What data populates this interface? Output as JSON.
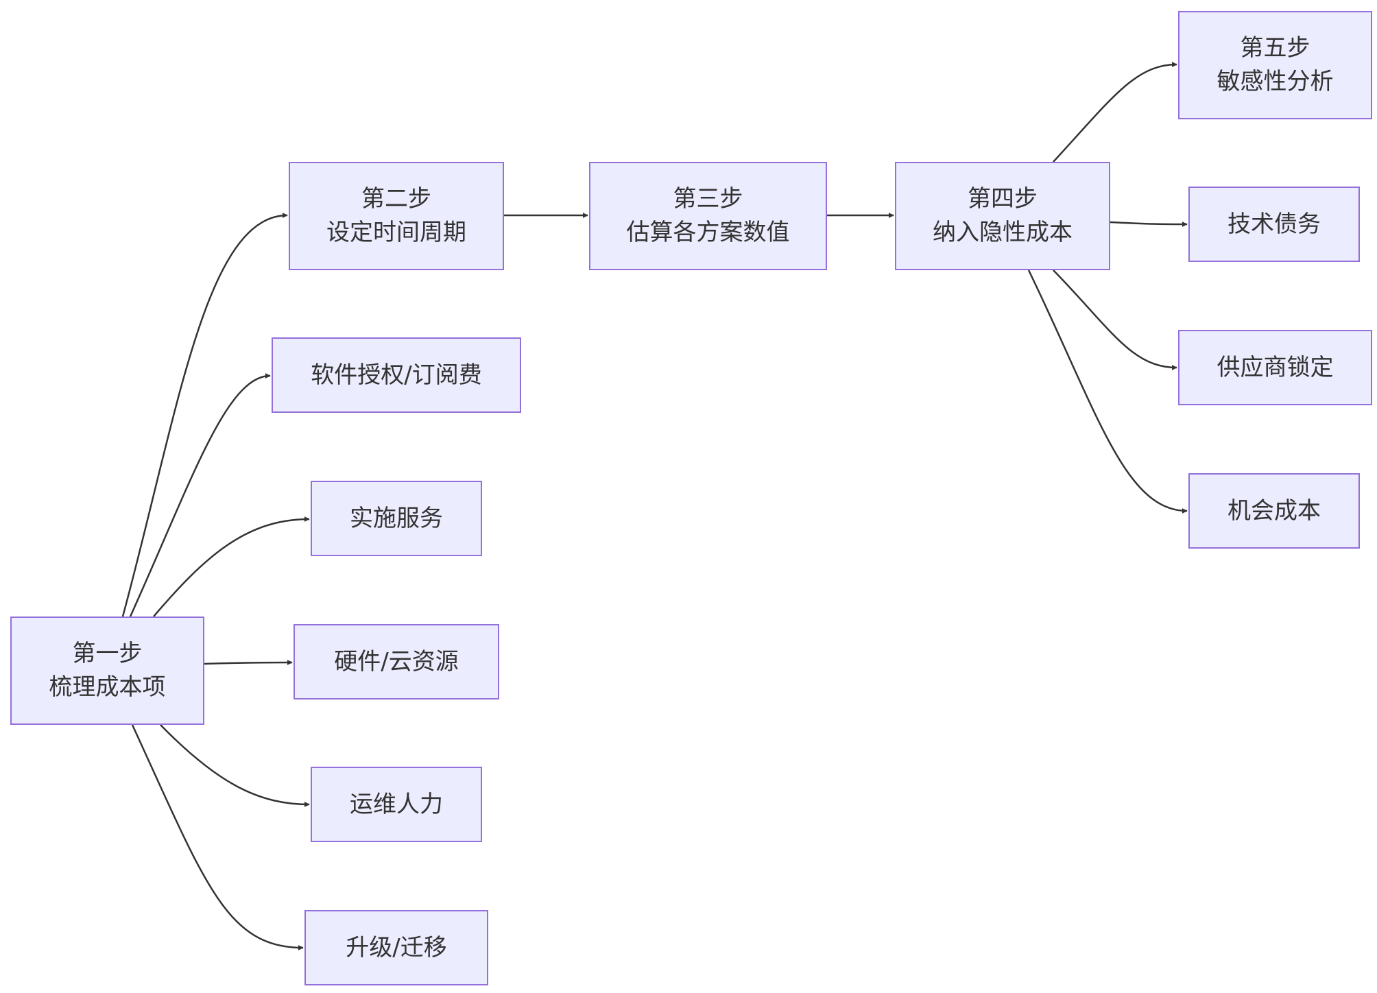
{
  "colors": {
    "node_fill": "#ECECFF",
    "node_border": "#9370DB",
    "text": "#333333",
    "edge": "#333333"
  },
  "nodes": {
    "step1": {
      "line1": "第一步",
      "line2": "梳理成本项"
    },
    "step2": {
      "line1": "第二步",
      "line2": "设定时间周期"
    },
    "step3": {
      "line1": "第三步",
      "line2": "估算各方案数值"
    },
    "step4": {
      "line1": "第四步",
      "line2": "纳入隐性成本"
    },
    "step5": {
      "line1": "第五步",
      "line2": "敏感性分析"
    },
    "software_license": {
      "label": "软件授权/订阅费"
    },
    "implementation": {
      "label": "实施服务"
    },
    "hardware_cloud": {
      "label": "硬件/云资源"
    },
    "ops_staff": {
      "label": "运维人力"
    },
    "upgrade_migration": {
      "label": "升级/迁移"
    },
    "tech_debt": {
      "label": "技术债务"
    },
    "vendor_lockin": {
      "label": "供应商锁定"
    },
    "opportunity_cost": {
      "label": "机会成本"
    }
  },
  "edges": [
    {
      "from": "step1",
      "to": "step2"
    },
    {
      "from": "step1",
      "to": "software_license"
    },
    {
      "from": "step1",
      "to": "implementation"
    },
    {
      "from": "step1",
      "to": "hardware_cloud"
    },
    {
      "from": "step1",
      "to": "ops_staff"
    },
    {
      "from": "step1",
      "to": "upgrade_migration"
    },
    {
      "from": "step2",
      "to": "step3"
    },
    {
      "from": "step3",
      "to": "step4"
    },
    {
      "from": "step4",
      "to": "step5"
    },
    {
      "from": "step4",
      "to": "tech_debt"
    },
    {
      "from": "step4",
      "to": "vendor_lockin"
    },
    {
      "from": "step4",
      "to": "opportunity_cost"
    }
  ]
}
